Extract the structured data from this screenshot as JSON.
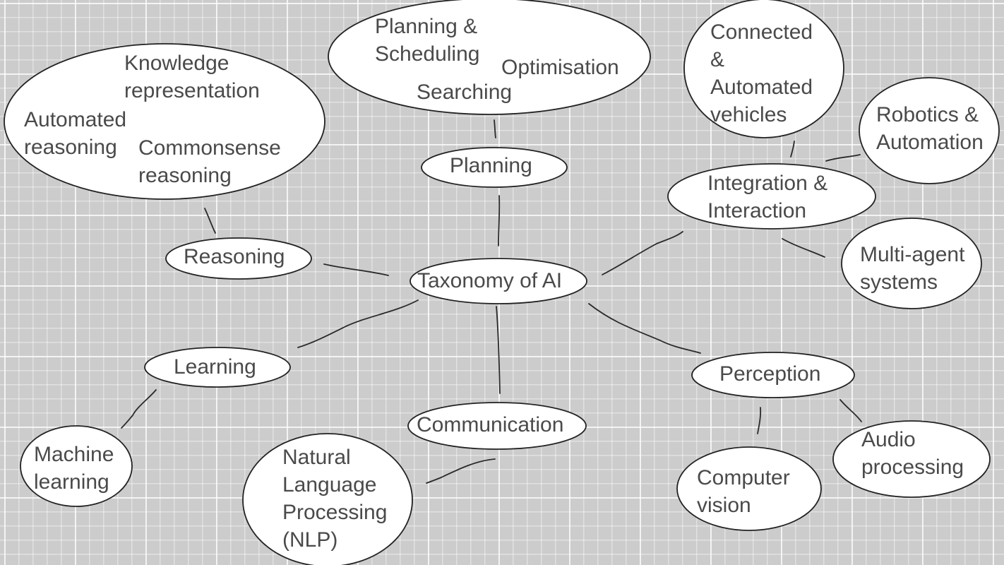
{
  "center": "Taxonomy of AI",
  "branches": {
    "planning": "Planning",
    "reasoning": "Reasoning",
    "learning": "Learning",
    "communication": "Communication",
    "perception": "Perception",
    "integration": "Integration &\nInteraction"
  },
  "planning_topics": {
    "planning_scheduling": "Planning &\nScheduling",
    "optimisation": "Optimisation",
    "searching": "Searching"
  },
  "reasoning_topics": {
    "knowledge_representation": "Knowledge\nrepresentation",
    "automated_reasoning": "Automated\nreasoning",
    "commonsense_reasoning": "Commonsense\nreasoning"
  },
  "learning_topics": {
    "machine_learning": "Machine\nlearning"
  },
  "communication_topics": {
    "nlp": "Natural\nLanguage\nProcessing\n(NLP)"
  },
  "perception_topics": {
    "computer_vision": "Computer\nvision",
    "audio_processing": "Audio\nprocessing"
  },
  "integration_topics": {
    "connected_vehicles": "Connected\n&\nAutomated\nvehicles",
    "robotics_automation": "Robotics &\nAutomation",
    "multi_agent_systems": "Multi-agent\nsystems"
  }
}
